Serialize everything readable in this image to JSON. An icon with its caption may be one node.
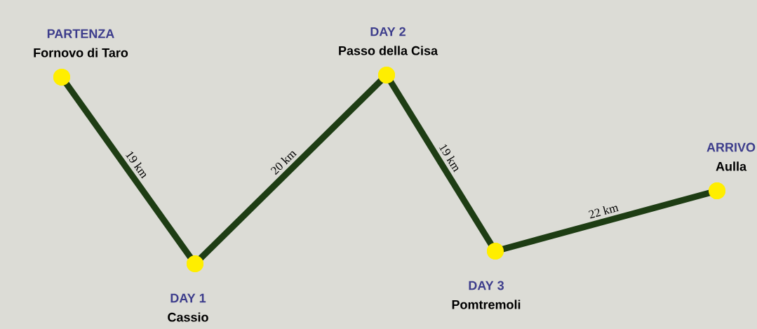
{
  "diagram": {
    "nodes": [
      {
        "text": [
          "PARTENZA",
          "Fornovo di Taro"
        ]
      },
      {
        "text": [
          "DAY 1",
          "Cassio"
        ]
      },
      {
        "text": [
          "DAY 2",
          "Passo della Cisa"
        ]
      },
      {
        "text": [
          "DAY 3",
          "Pomtremoli"
        ]
      },
      {
        "text": [
          "ARRIVO",
          "Aulla"
        ]
      }
    ],
    "edges": [
      {
        "from": 0,
        "to": 1,
        "arrow": "none",
        "label": "19 km"
      },
      {
        "from": 1,
        "to": 2,
        "arrow": "none",
        "label": "20 km"
      },
      {
        "from": 2,
        "to": 3,
        "arrow": "none",
        "label": "19 km"
      },
      {
        "from": 3,
        "to": 4,
        "arrow": "none",
        "label": "22 km"
      }
    ]
  }
}
